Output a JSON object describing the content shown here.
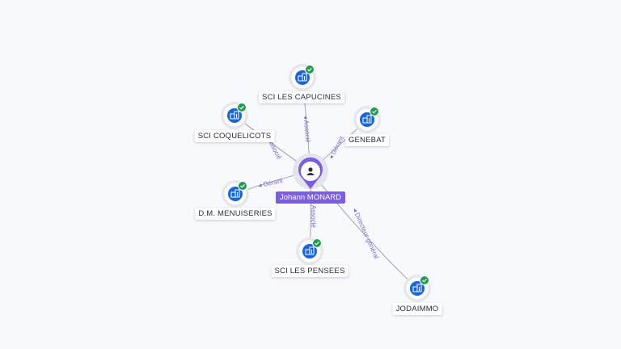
{
  "person": {
    "name": "Johann MONARD",
    "icon": "person-icon",
    "color": "#7b5ce6"
  },
  "companies": [
    {
      "id": "capucines",
      "name": "SCI LES CAPUCINES",
      "relation": "Associé",
      "icon": "building-icon",
      "status": "active-check-icon"
    },
    {
      "id": "coquelicots",
      "name": "SCI COQUELICOTS",
      "relation": "Associé",
      "icon": "building-icon",
      "status": "active-check-icon"
    },
    {
      "id": "genebat",
      "name": "GENEBAT",
      "relation": "Gérant",
      "icon": "building-icon",
      "status": "active-check-icon"
    },
    {
      "id": "menuiseries",
      "name": "D.M. MENUISERIES",
      "relation": "Gérant",
      "icon": "building-icon",
      "status": "active-check-icon"
    },
    {
      "id": "pensees",
      "name": "SCI LES PENSEES",
      "relation": "Associé",
      "icon": "building-icon",
      "status": "active-check-icon"
    },
    {
      "id": "jodaimmo",
      "name": "JODAIMMO",
      "relation": "Directeur général",
      "icon": "building-icon",
      "status": "active-check-icon"
    }
  ],
  "colors": {
    "company": "#1565e0",
    "check": "#1e9e4a",
    "edge_label": "#7b67d8"
  }
}
